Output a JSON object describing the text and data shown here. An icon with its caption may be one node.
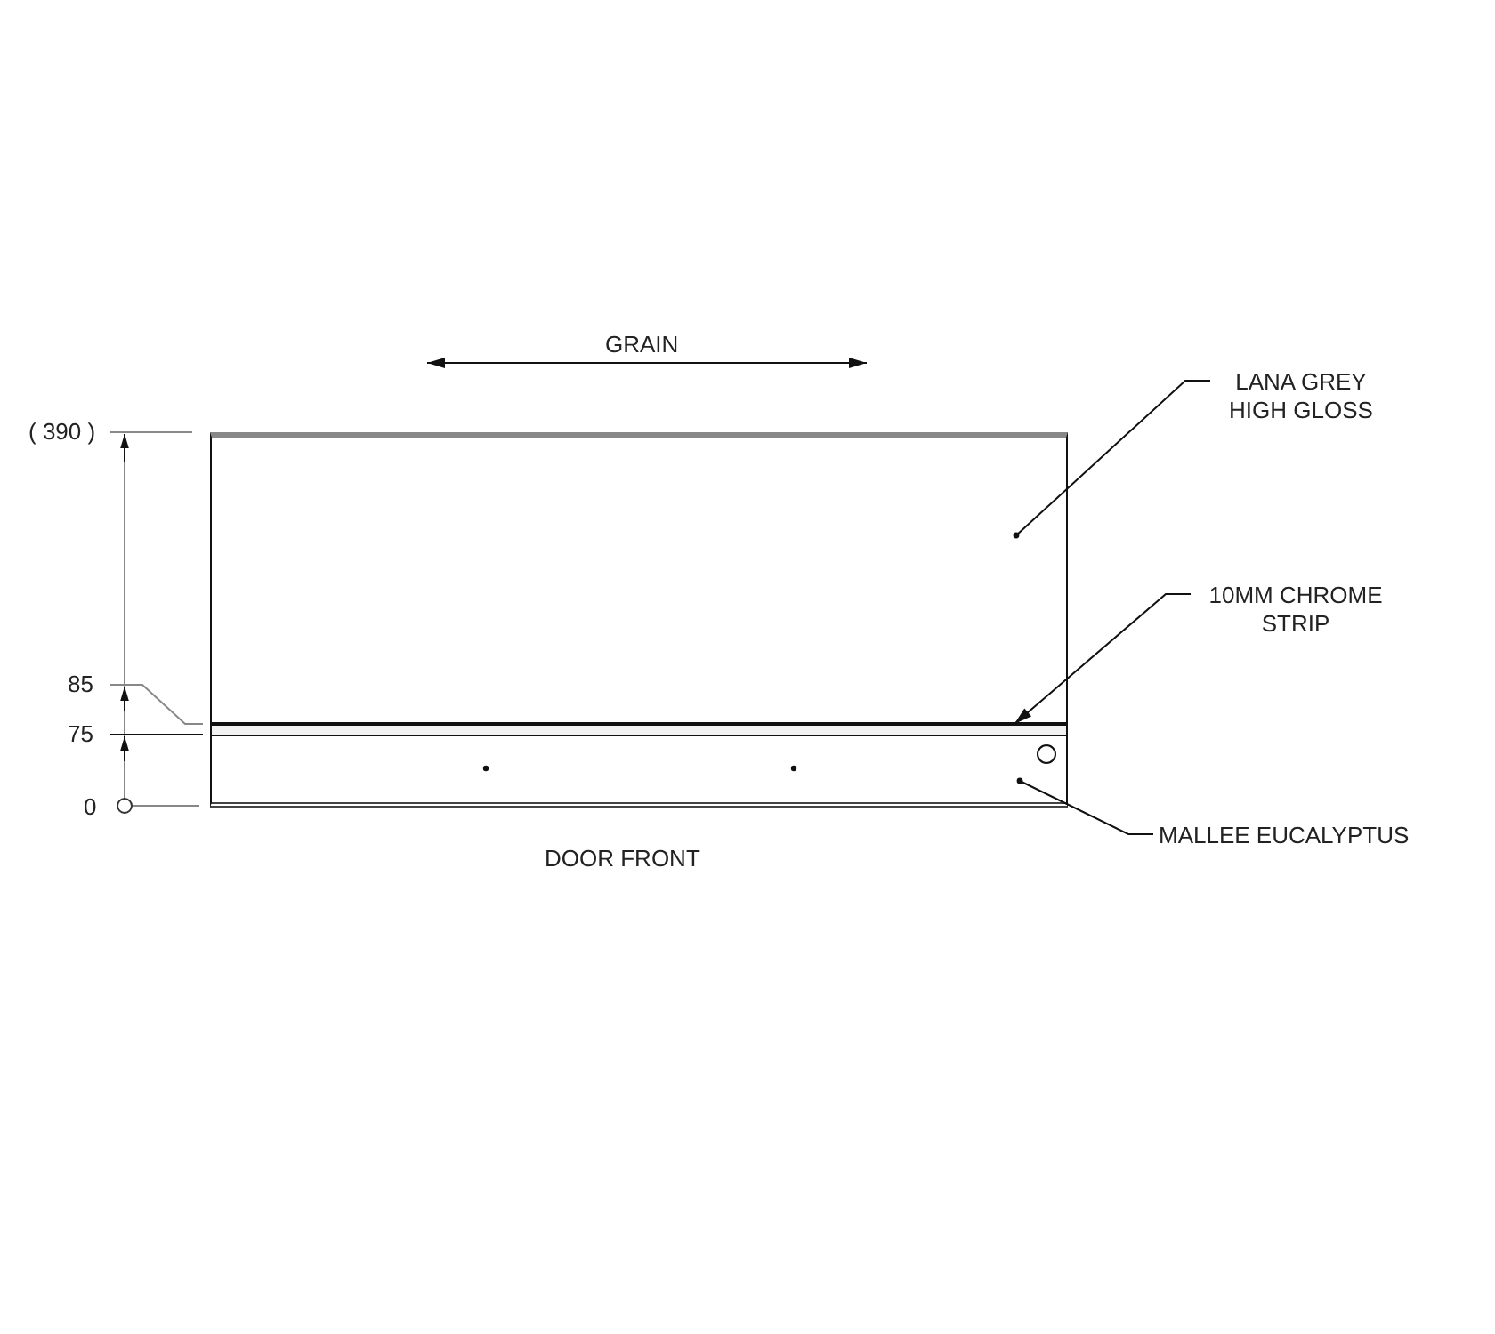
{
  "diagram": {
    "caption": "DOOR FRONT",
    "nodes": [
      {
        "text": [
          "LANA GREY HIGH GLOSS"
        ]
      },
      {
        "text": [],
        "shape": "box"
      },
      {
        "text": [
          "10MM CHROME STRIP"
        ]
      },
      {
        "text": [],
        "shape": "bar"
      },
      {
        "text": [
          "MALLEE EUCALYPTUS"
        ]
      },
      {
        "text": [],
        "shape": "box"
      }
    ],
    "edges": [
      {
        "from": 0,
        "to": 1,
        "arrow": "other"
      },
      {
        "from": 2,
        "to": 3,
        "arrow": "to"
      },
      {
        "from": 4,
        "to": 5,
        "arrow": "other"
      }
    ],
    "labels": [
      "GRAIN",
      "( 390 )",
      "85",
      "75",
      "0"
    ]
  }
}
